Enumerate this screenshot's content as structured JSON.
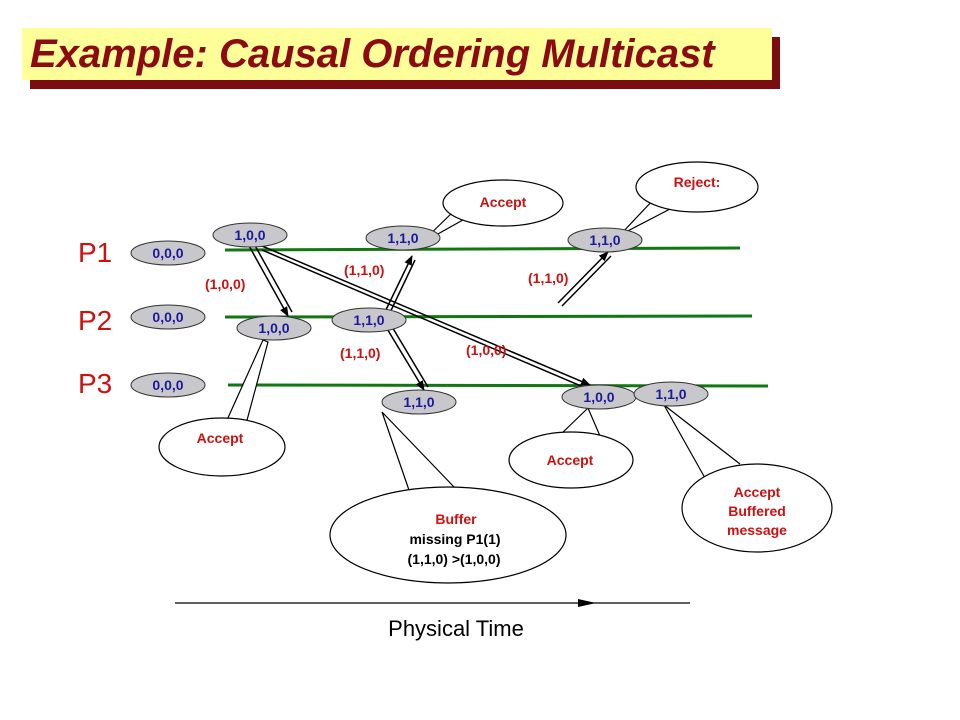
{
  "title": "Example: Causal Ordering Multicast",
  "processes": [
    {
      "label": "P1",
      "initial": "0,0,0"
    },
    {
      "label": "P2",
      "initial": "0,0,0"
    },
    {
      "label": "P3",
      "initial": "0,0,0"
    }
  ],
  "events": {
    "p1_send": "1,0,0",
    "p1_recv_b": "1,1,0",
    "p1_recv_c": "1,1,0",
    "p2_recv_a": "1,0,0",
    "p2_send": "1,1,0",
    "p3_recv_b": "1,1,0",
    "p3_recv_a": "1,0,0",
    "p3_deliver_b": "1,1,0"
  },
  "messages": {
    "m1_to_p2": "(1,0,0)",
    "m2_to_p1": "(1,1,0)",
    "m2_to_p3": "(1,1,0)",
    "m1_to_p3": "(1,0,0)",
    "m_late_to_p1": "(1,1,0)"
  },
  "callouts": {
    "p2_accept": "Accept",
    "p1_accept": "Accept",
    "p1_reject": "Reject:",
    "p3_buffer_line1": "Buffer",
    "p3_buffer_line2": "missing P1(1)",
    "p3_buffer_line3": "(1,1,0) >(1,0,0)",
    "p3_accept": "Accept",
    "p3_buffered_line1": "Accept",
    "p3_buffered_line2": "Buffered",
    "p3_buffered_line3": "message"
  },
  "time_label": "Physical Time",
  "colors": {
    "title_text": "#8b0a14",
    "title_bg": "#ffff99",
    "title_shadow": "#7a0c12",
    "timeline": "#117711",
    "node_fill": "#c8c8cc",
    "node_text": "#1b1b9a",
    "label_red": "#cc1111"
  }
}
